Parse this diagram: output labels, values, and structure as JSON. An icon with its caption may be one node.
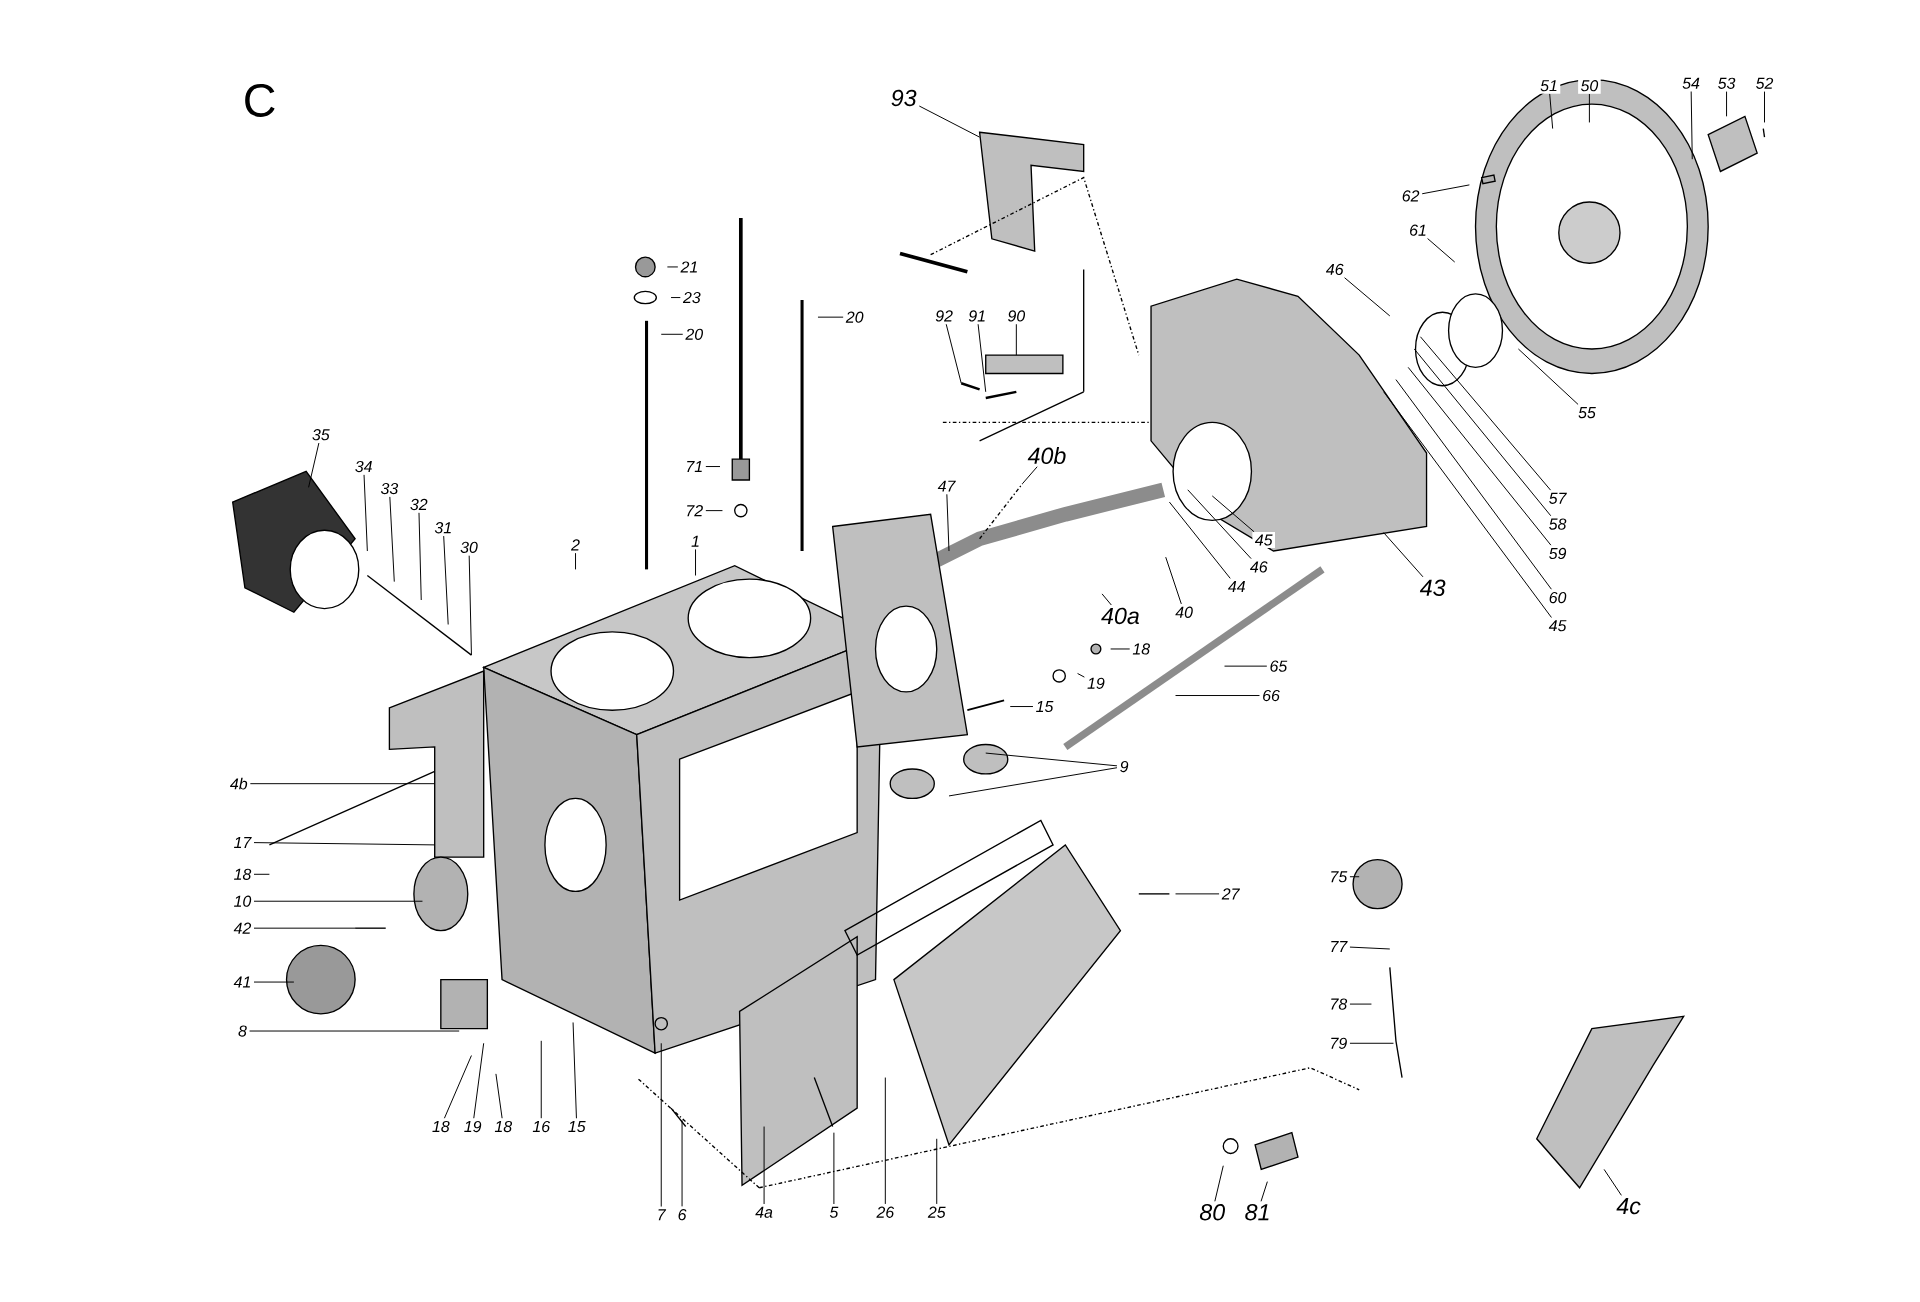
{
  "diagram": {
    "nodes": [
      {
        "text": [
          "93"
        ]
      },
      {
        "text": [
          "51"
        ]
      },
      {
        "text": [
          "50"
        ]
      },
      {
        "text": [
          "54"
        ]
      },
      {
        "text": [
          "53"
        ]
      },
      {
        "text": [
          "52"
        ]
      },
      {
        "text": [
          "62"
        ]
      },
      {
        "text": [
          "61"
        ]
      },
      {
        "text": [
          "46"
        ]
      },
      {
        "text": [
          "21"
        ]
      },
      {
        "text": [
          "23"
        ]
      },
      {
        "text": [
          "20"
        ]
      },
      {
        "text": [
          "20"
        ]
      },
      {
        "text": [
          "92"
        ]
      },
      {
        "text": [
          "91"
        ]
      },
      {
        "text": [
          "90"
        ]
      },
      {
        "text": [
          "35"
        ]
      },
      {
        "text": [
          "34"
        ]
      },
      {
        "text": [
          "33"
        ]
      },
      {
        "text": [
          "32"
        ]
      },
      {
        "text": [
          "31"
        ]
      },
      {
        "text": [
          "30"
        ]
      },
      {
        "text": [
          "2"
        ]
      },
      {
        "text": [
          "1"
        ]
      },
      {
        "text": [
          "71"
        ]
      },
      {
        "text": [
          "72"
        ]
      },
      {
        "text": [
          "40b"
        ]
      },
      {
        "text": [
          "47"
        ]
      },
      {
        "text": [
          "55"
        ]
      },
      {
        "text": [
          "57"
        ]
      },
      {
        "text": [
          "58"
        ]
      },
      {
        "text": [
          "59"
        ]
      },
      {
        "text": [
          "60"
        ]
      },
      {
        "text": [
          "45"
        ]
      },
      {
        "text": [
          "45"
        ]
      },
      {
        "text": [
          "46"
        ]
      },
      {
        "text": [
          "44"
        ]
      },
      {
        "text": [
          "40"
        ]
      },
      {
        "text": [
          "40a"
        ]
      },
      {
        "text": [
          "43"
        ]
      },
      {
        "text": [
          "18"
        ]
      },
      {
        "text": [
          "19"
        ]
      },
      {
        "text": [
          "15"
        ]
      },
      {
        "text": [
          "65"
        ]
      },
      {
        "text": [
          "66"
        ]
      },
      {
        "text": [
          "9"
        ]
      },
      {
        "text": [
          "4b"
        ]
      },
      {
        "text": [
          "17"
        ]
      },
      {
        "text": [
          "18"
        ]
      },
      {
        "text": [
          "10"
        ]
      },
      {
        "text": [
          "42"
        ]
      },
      {
        "text": [
          "41"
        ]
      },
      {
        "text": [
          "8"
        ]
      },
      {
        "text": [
          "18"
        ]
      },
      {
        "text": [
          "19"
        ]
      },
      {
        "text": [
          "18"
        ]
      },
      {
        "text": [
          "16"
        ]
      },
      {
        "text": [
          "15"
        ]
      },
      {
        "text": [
          "7"
        ]
      },
      {
        "text": [
          "6"
        ]
      },
      {
        "text": [
          "4a"
        ]
      },
      {
        "text": [
          "5"
        ]
      },
      {
        "text": [
          "26"
        ]
      },
      {
        "text": [
          "25"
        ]
      },
      {
        "text": [
          "27"
        ]
      },
      {
        "text": [
          "75"
        ]
      },
      {
        "text": [
          "77"
        ]
      },
      {
        "text": [
          "78"
        ]
      },
      {
        "text": [
          "79"
        ]
      },
      {
        "text": [
          "80"
        ]
      },
      {
        "text": [
          "81"
        ]
      },
      {
        "text": [
          "4c"
        ]
      }
    ],
    "edges": [
      {
        "from": 0,
        "to": null,
        "arrow": "none"
      },
      {
        "from": 1,
        "to": null,
        "arrow": "none"
      },
      {
        "from": 2,
        "to": null,
        "arrow": "none"
      },
      {
        "from": 3,
        "to": null,
        "arrow": "none"
      },
      {
        "from": 4,
        "to": null,
        "arrow": "none"
      },
      {
        "from": 5,
        "to": null,
        "arrow": "none"
      },
      {
        "from": 6,
        "to": null,
        "arrow": "none"
      },
      {
        "from": 7,
        "to": null,
        "arrow": "none"
      },
      {
        "from": 8,
        "to": null,
        "arrow": "none"
      },
      {
        "from": 9,
        "to": null,
        "arrow": "none"
      },
      {
        "from": 10,
        "to": null,
        "arrow": "none"
      },
      {
        "from": 11,
        "to": null,
        "arrow": "none"
      },
      {
        "from": 12,
        "to": null,
        "arrow": "none"
      },
      {
        "from": 13,
        "to": null,
        "arrow": "none"
      },
      {
        "from": 14,
        "to": null,
        "arrow": "none"
      },
      {
        "from": 15,
        "to": null,
        "arrow": "none"
      },
      {
        "from": 16,
        "to": null,
        "arrow": "none"
      },
      {
        "from": 17,
        "to": null,
        "arrow": "none"
      },
      {
        "from": 18,
        "to": null,
        "arrow": "none"
      },
      {
        "from": 19,
        "to": null,
        "arrow": "none"
      },
      {
        "from": 20,
        "to": null,
        "arrow": "none"
      },
      {
        "from": 21,
        "to": null,
        "arrow": "none"
      },
      {
        "from": 22,
        "to": null,
        "arrow": "none"
      },
      {
        "from": 23,
        "to": null,
        "arrow": "none"
      },
      {
        "from": 24,
        "to": null,
        "arrow": "none"
      },
      {
        "from": 25,
        "to": null,
        "arrow": "none"
      },
      {
        "from": 26,
        "to": null,
        "arrow": "none"
      },
      {
        "from": 27,
        "to": null,
        "arrow": "none"
      },
      {
        "from": 28,
        "to": null,
        "arrow": "none"
      },
      {
        "from": 29,
        "to": null,
        "arrow": "none"
      },
      {
        "from": 30,
        "to": null,
        "arrow": "none"
      },
      {
        "from": 31,
        "to": null,
        "arrow": "none"
      },
      {
        "from": 32,
        "to": null,
        "arrow": "none"
      },
      {
        "from": 33,
        "to": null,
        "arrow": "none"
      },
      {
        "from": 34,
        "to": null,
        "arrow": "none"
      },
      {
        "from": 35,
        "to": null,
        "arrow": "none"
      },
      {
        "from": 36,
        "to": null,
        "arrow": "none"
      },
      {
        "from": 37,
        "to": null,
        "arrow": "none"
      },
      {
        "from": 38,
        "to": null,
        "arrow": "none"
      },
      {
        "from": 39,
        "to": null,
        "arrow": "none"
      },
      {
        "from": 40,
        "to": null,
        "arrow": "none"
      },
      {
        "from": 41,
        "to": null,
        "arrow": "none"
      },
      {
        "from": 42,
        "to": null,
        "arrow": "none"
      },
      {
        "from": 43,
        "to": null,
        "arrow": "none"
      },
      {
        "from": 44,
        "to": null,
        "arrow": "none"
      },
      {
        "from": 45,
        "to": null,
        "arrow": "none"
      },
      {
        "from": 45,
        "to": null,
        "arrow": "none"
      },
      {
        "from": 46,
        "to": null,
        "arrow": "none"
      },
      {
        "from": 47,
        "to": null,
        "arrow": "none"
      },
      {
        "from": 48,
        "to": null,
        "arrow": "none"
      },
      {
        "from": 49,
        "to": null,
        "arrow": "none"
      },
      {
        "from": 50,
        "to": null,
        "arrow": "none"
      },
      {
        "from": 51,
        "to": null,
        "arrow": "none"
      },
      {
        "from": 52,
        "to": null,
        "arrow": "none"
      },
      {
        "from": 53,
        "to": null,
        "arrow": "none"
      },
      {
        "from": 54,
        "to": null,
        "arrow": "none"
      },
      {
        "from": 55,
        "to": null,
        "arrow": "none"
      },
      {
        "from": 56,
        "to": null,
        "arrow": "none"
      },
      {
        "from": 57,
        "to": null,
        "arrow": "none"
      },
      {
        "from": 58,
        "to": null,
        "arrow": "none"
      },
      {
        "from": 59,
        "to": null,
        "arrow": "none"
      },
      {
        "from": 60,
        "to": null,
        "arrow": "none"
      },
      {
        "from": 61,
        "to": null,
        "arrow": "none"
      },
      {
        "from": 62,
        "to": null,
        "arrow": "none"
      },
      {
        "from": 63,
        "to": null,
        "arrow": "none"
      },
      {
        "from": 64,
        "to": null,
        "arrow": "none"
      },
      {
        "from": 65,
        "to": null,
        "arrow": "none"
      },
      {
        "from": 66,
        "to": null,
        "arrow": "none"
      },
      {
        "from": 67,
        "to": null,
        "arrow": "none"
      },
      {
        "from": 68,
        "to": null,
        "arrow": "none"
      },
      {
        "from": 69,
        "to": null,
        "arrow": "none"
      },
      {
        "from": 70,
        "to": null,
        "arrow": "none"
      },
      {
        "from": 71,
        "to": null,
        "arrow": "none"
      }
    ],
    "labels": [
      "C"
    ]
  }
}
